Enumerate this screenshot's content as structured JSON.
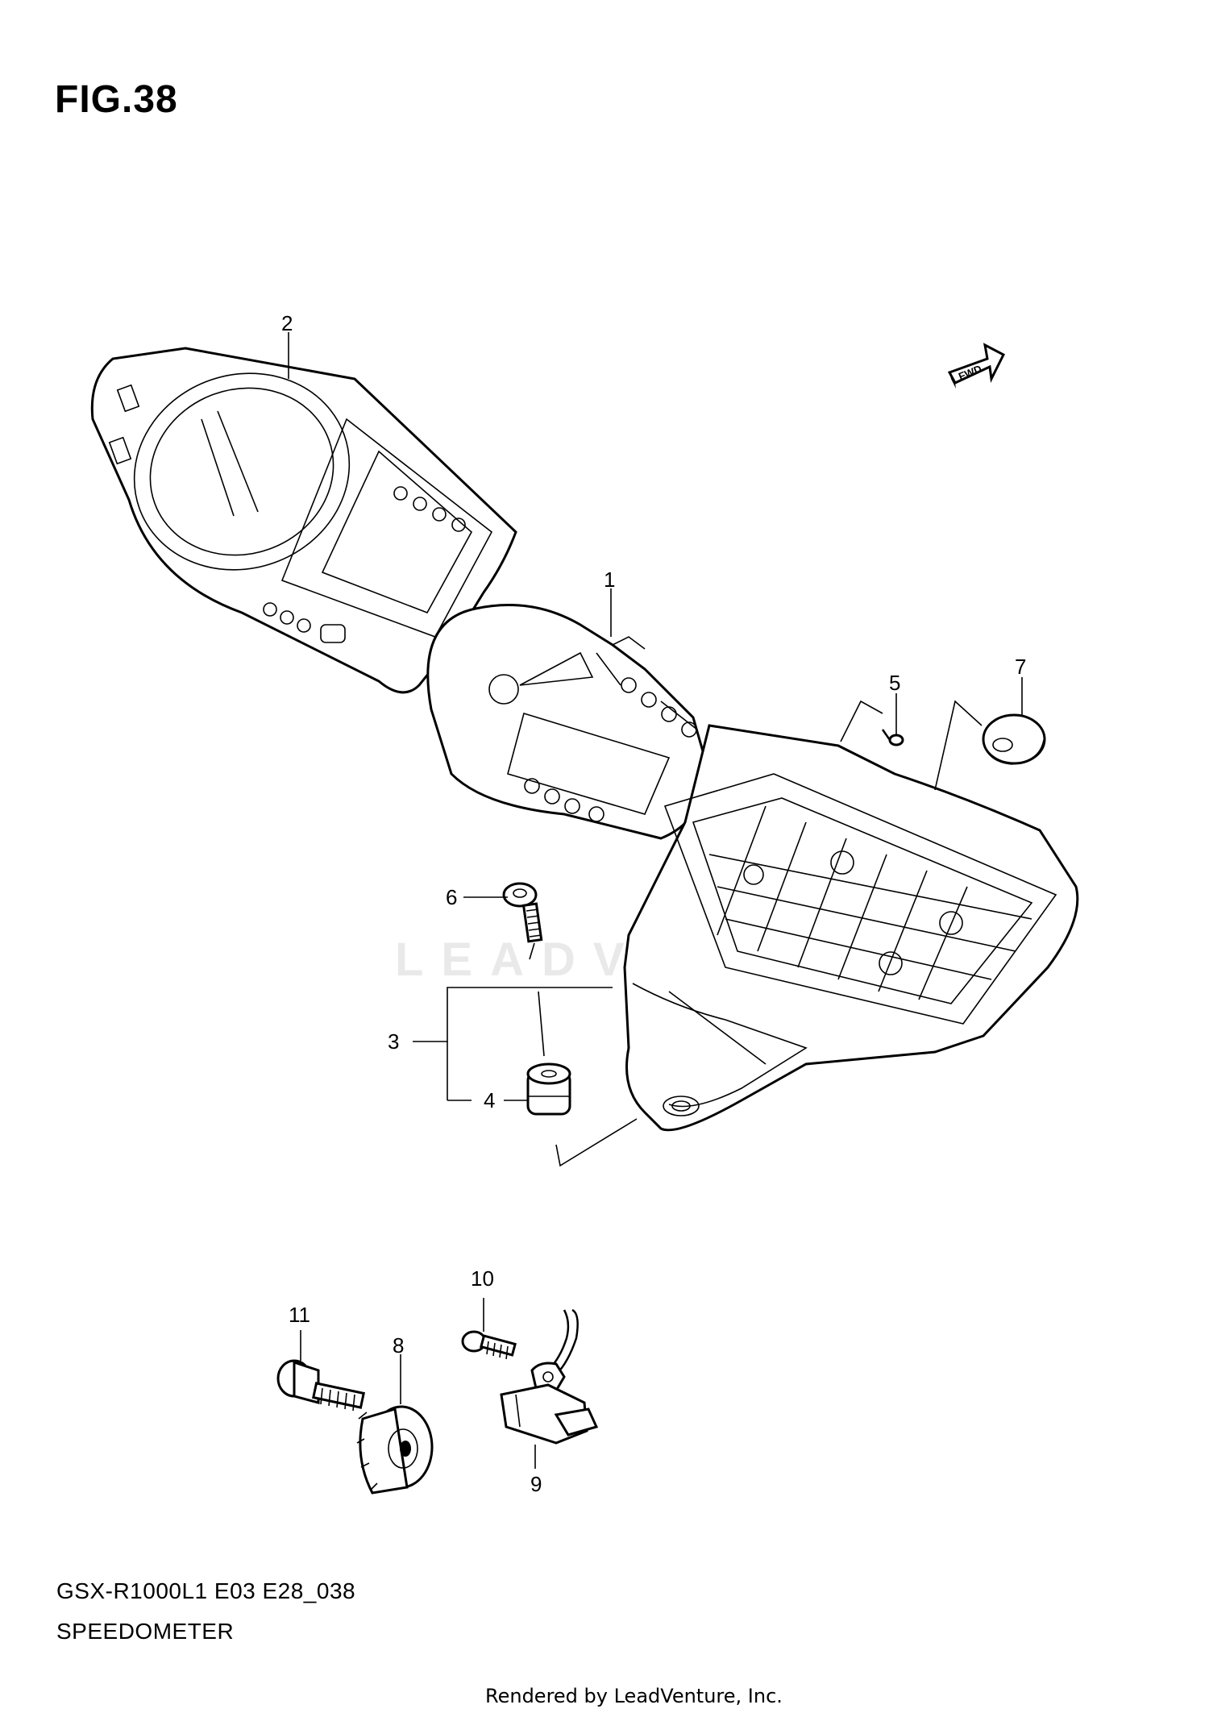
{
  "figure": {
    "title": "FIG.38",
    "model_code": "GSX-R1000L1 E03 E28_038",
    "section_name": "SPEEDOMETER",
    "credit": "Rendered by LeadVenture, Inc.",
    "watermark": "LEADVENTURE",
    "fwd_label": "FWD"
  },
  "callouts": [
    "1",
    "2",
    "3",
    "4",
    "5",
    "6",
    "7",
    "8",
    "9",
    "10",
    "11"
  ],
  "colors": {
    "ink": "#000000",
    "paper": "#ffffff",
    "watermark": "#e9e9e9"
  }
}
